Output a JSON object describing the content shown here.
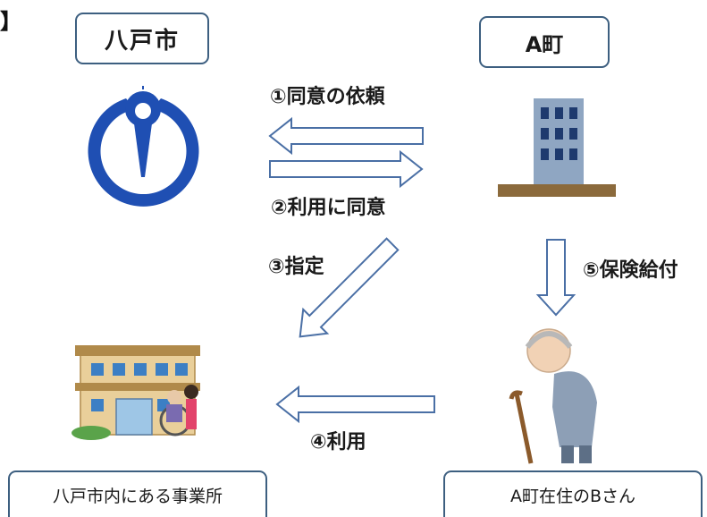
{
  "corner_mark": "】",
  "nodes": {
    "hachinohe": "八戸市",
    "a_town": "A町",
    "office": "八戸市内にある事業所",
    "resident": "A町在住のBさん"
  },
  "steps": {
    "s1": "①同意の依頼",
    "s2": "②利用に同意",
    "s3": "③指定",
    "s4": "④利用",
    "s5": "⑤保険給付"
  },
  "colors": {
    "box_border": "#3d5f80",
    "arrow_stroke": "#4a6fa5",
    "emblem": "#1f4fb3",
    "building": "#8fa6c2",
    "ground": "#8b6a3c"
  }
}
